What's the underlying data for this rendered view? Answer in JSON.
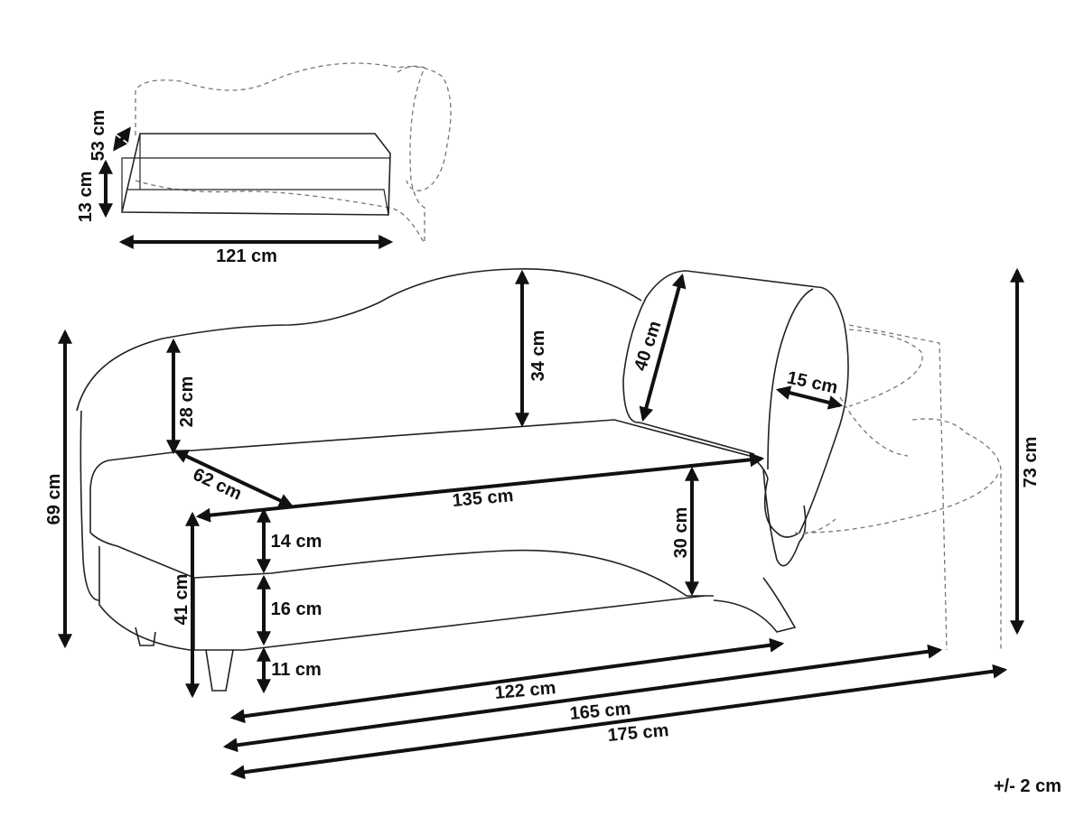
{
  "drawing": {
    "tolerance": "+/- 2 cm",
    "storage": {
      "depth": "53 cm",
      "height": "13 cm",
      "width": "121 cm"
    },
    "dimensions": {
      "backrest_high": "34 cm",
      "backrest_low": "28 cm",
      "pillow_length": "40 cm",
      "pillow_diameter": "15 cm",
      "seat_depth": "62 cm",
      "seat_length": "135 cm",
      "armrest_height": "30 cm",
      "seat_cushion": "14 cm",
      "base": "16 cm",
      "legs": "11 cm",
      "seat_height": "41 cm",
      "total_height_left": "69 cm",
      "total_height": "73 cm",
      "length_base": "122 cm",
      "length_total": "165 cm",
      "length_with_pillow": "175 cm"
    }
  }
}
